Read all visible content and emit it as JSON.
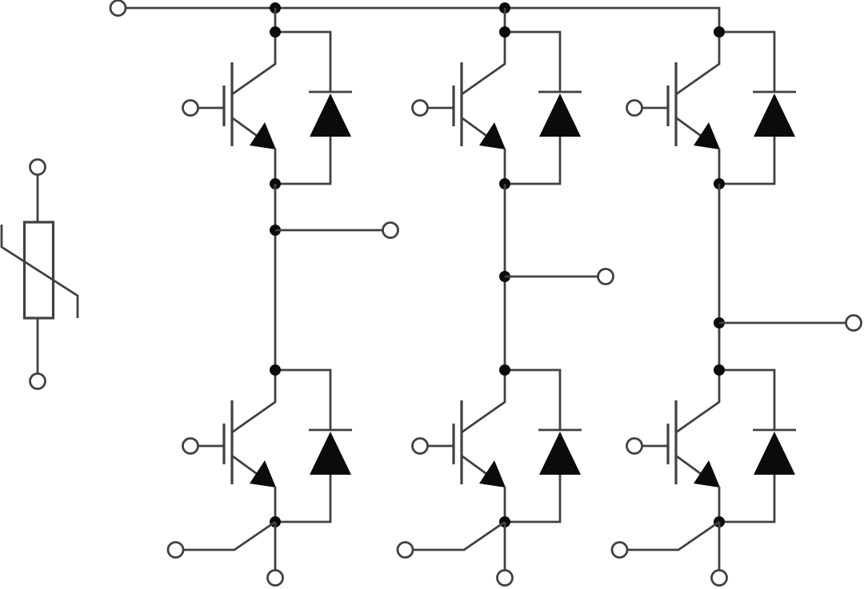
{
  "diagram": {
    "type": "circuit-schematic",
    "subject": "three-phase IGBT inverter power module",
    "description": "Schematic of a three-phase two-level IGBT inverter bridge: six IGBTs with antiparallel freewheeling diodes arranged in three half-bridge phase legs sharing a positive DC rail with a terminal at top left, staggered AC output terminals on each leg midpoint, gate terminals on every IGBT, auxiliary and main emitter terminals at the bottom of each leg, and a separate NTC thermistor symbol with two terminals on the left.",
    "colors": {
      "background": "#ffffff",
      "line": "#414141",
      "solid": "#0b0b0b"
    },
    "components": {
      "thermistor": {
        "name": "NTC thermistor",
        "terminal_count": 2
      },
      "dc_positive_rail": {
        "name": "positive DC bus rail",
        "terminal_count": 1
      },
      "phase_legs": [
        {
          "id": "phase-leg-1",
          "high_side": "IGBT with antiparallel diode",
          "low_side": "IGBT with antiparallel diode",
          "terminals": [
            "high-side gate",
            "low-side gate",
            "ac output",
            "auxiliary emitter",
            "main emitter"
          ]
        },
        {
          "id": "phase-leg-2",
          "high_side": "IGBT with antiparallel diode",
          "low_side": "IGBT with antiparallel diode",
          "terminals": [
            "high-side gate",
            "low-side gate",
            "ac output",
            "auxiliary emitter",
            "main emitter"
          ]
        },
        {
          "id": "phase-leg-3",
          "high_side": "IGBT with antiparallel diode",
          "low_side": "IGBT with antiparallel diode",
          "terminals": [
            "high-side gate",
            "low-side gate",
            "ac output",
            "auxiliary emitter",
            "main emitter"
          ]
        }
      ]
    },
    "counts": {
      "igbts": 6,
      "freewheel_diodes": 6,
      "junction_dots": 17,
      "open_circle_terminals": 18
    }
  }
}
